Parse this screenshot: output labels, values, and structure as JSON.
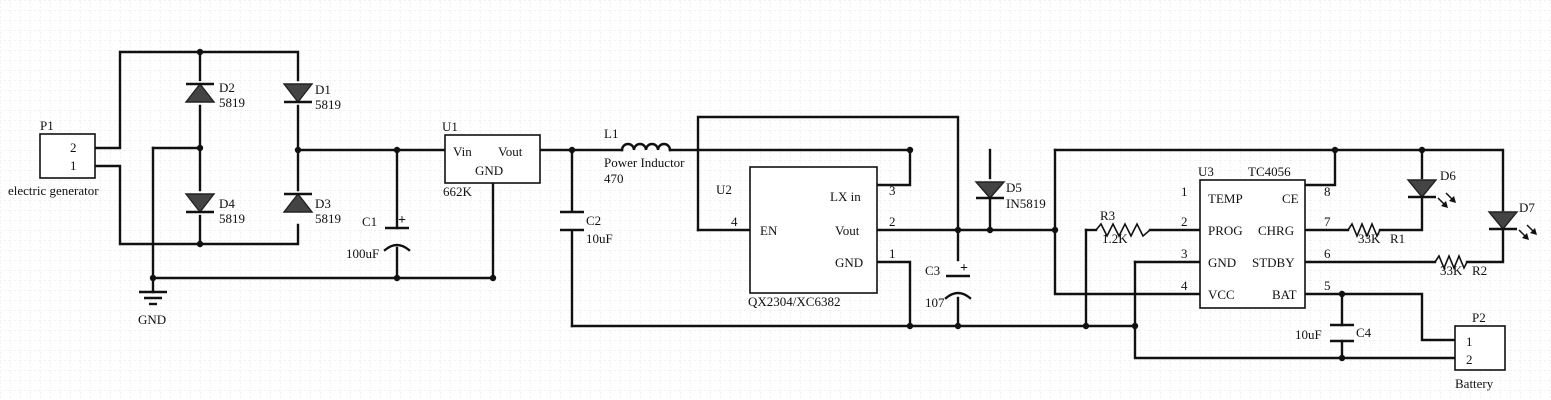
{
  "power": {
    "gnd": "GND"
  },
  "connectors": {
    "p1": {
      "ref": "P1",
      "pins": [
        "2",
        "1"
      ],
      "caption": "electric generator"
    },
    "p2": {
      "ref": "P2",
      "pins": [
        "1",
        "2"
      ],
      "caption": "Battery"
    }
  },
  "diodes": {
    "d1": {
      "ref": "D1",
      "value": "5819"
    },
    "d2": {
      "ref": "D2",
      "value": "5819"
    },
    "d3": {
      "ref": "D3",
      "value": "5819"
    },
    "d4": {
      "ref": "D4",
      "value": "5819"
    },
    "d5": {
      "ref": "D5",
      "value": "IN5819"
    },
    "d6": {
      "ref": "D6"
    },
    "d7": {
      "ref": "D7"
    }
  },
  "u1": {
    "ref": "U1",
    "vin": "Vin",
    "vout": "Vout",
    "gnd": "GND",
    "value": "662K"
  },
  "u2": {
    "ref": "U2",
    "en": "EN",
    "lx": "LX in",
    "vout": "Vout",
    "gnd": "GND",
    "name": "QX2304/XC6382",
    "pin_en": "4",
    "pin_lx": "3",
    "pin_vout": "2",
    "pin_gnd": "1"
  },
  "u3": {
    "ref": "U3",
    "name": "TC4056",
    "left": [
      "TEMP",
      "PROG",
      "GND",
      "VCC"
    ],
    "right": [
      "CE",
      "CHRG",
      "STDBY",
      "BAT"
    ],
    "left_pins": [
      "1",
      "2",
      "3",
      "4"
    ],
    "right_pins": [
      "8",
      "7",
      "6",
      "5"
    ]
  },
  "inductor": {
    "ref": "L1",
    "line1": "Power Inductor",
    "line2": "470"
  },
  "caps": {
    "c1": {
      "ref": "C1",
      "value": "100uF"
    },
    "c2": {
      "ref": "C2",
      "value": "10uF"
    },
    "c3": {
      "ref": "C3",
      "value": "107"
    },
    "c4": {
      "ref": "C4",
      "value": "10uF"
    }
  },
  "resistors": {
    "r1": {
      "ref": "R1",
      "value": "33K"
    },
    "r2": {
      "ref": "R2",
      "value": "33K"
    },
    "r3": {
      "ref": "R3",
      "value": "1.2K"
    }
  }
}
